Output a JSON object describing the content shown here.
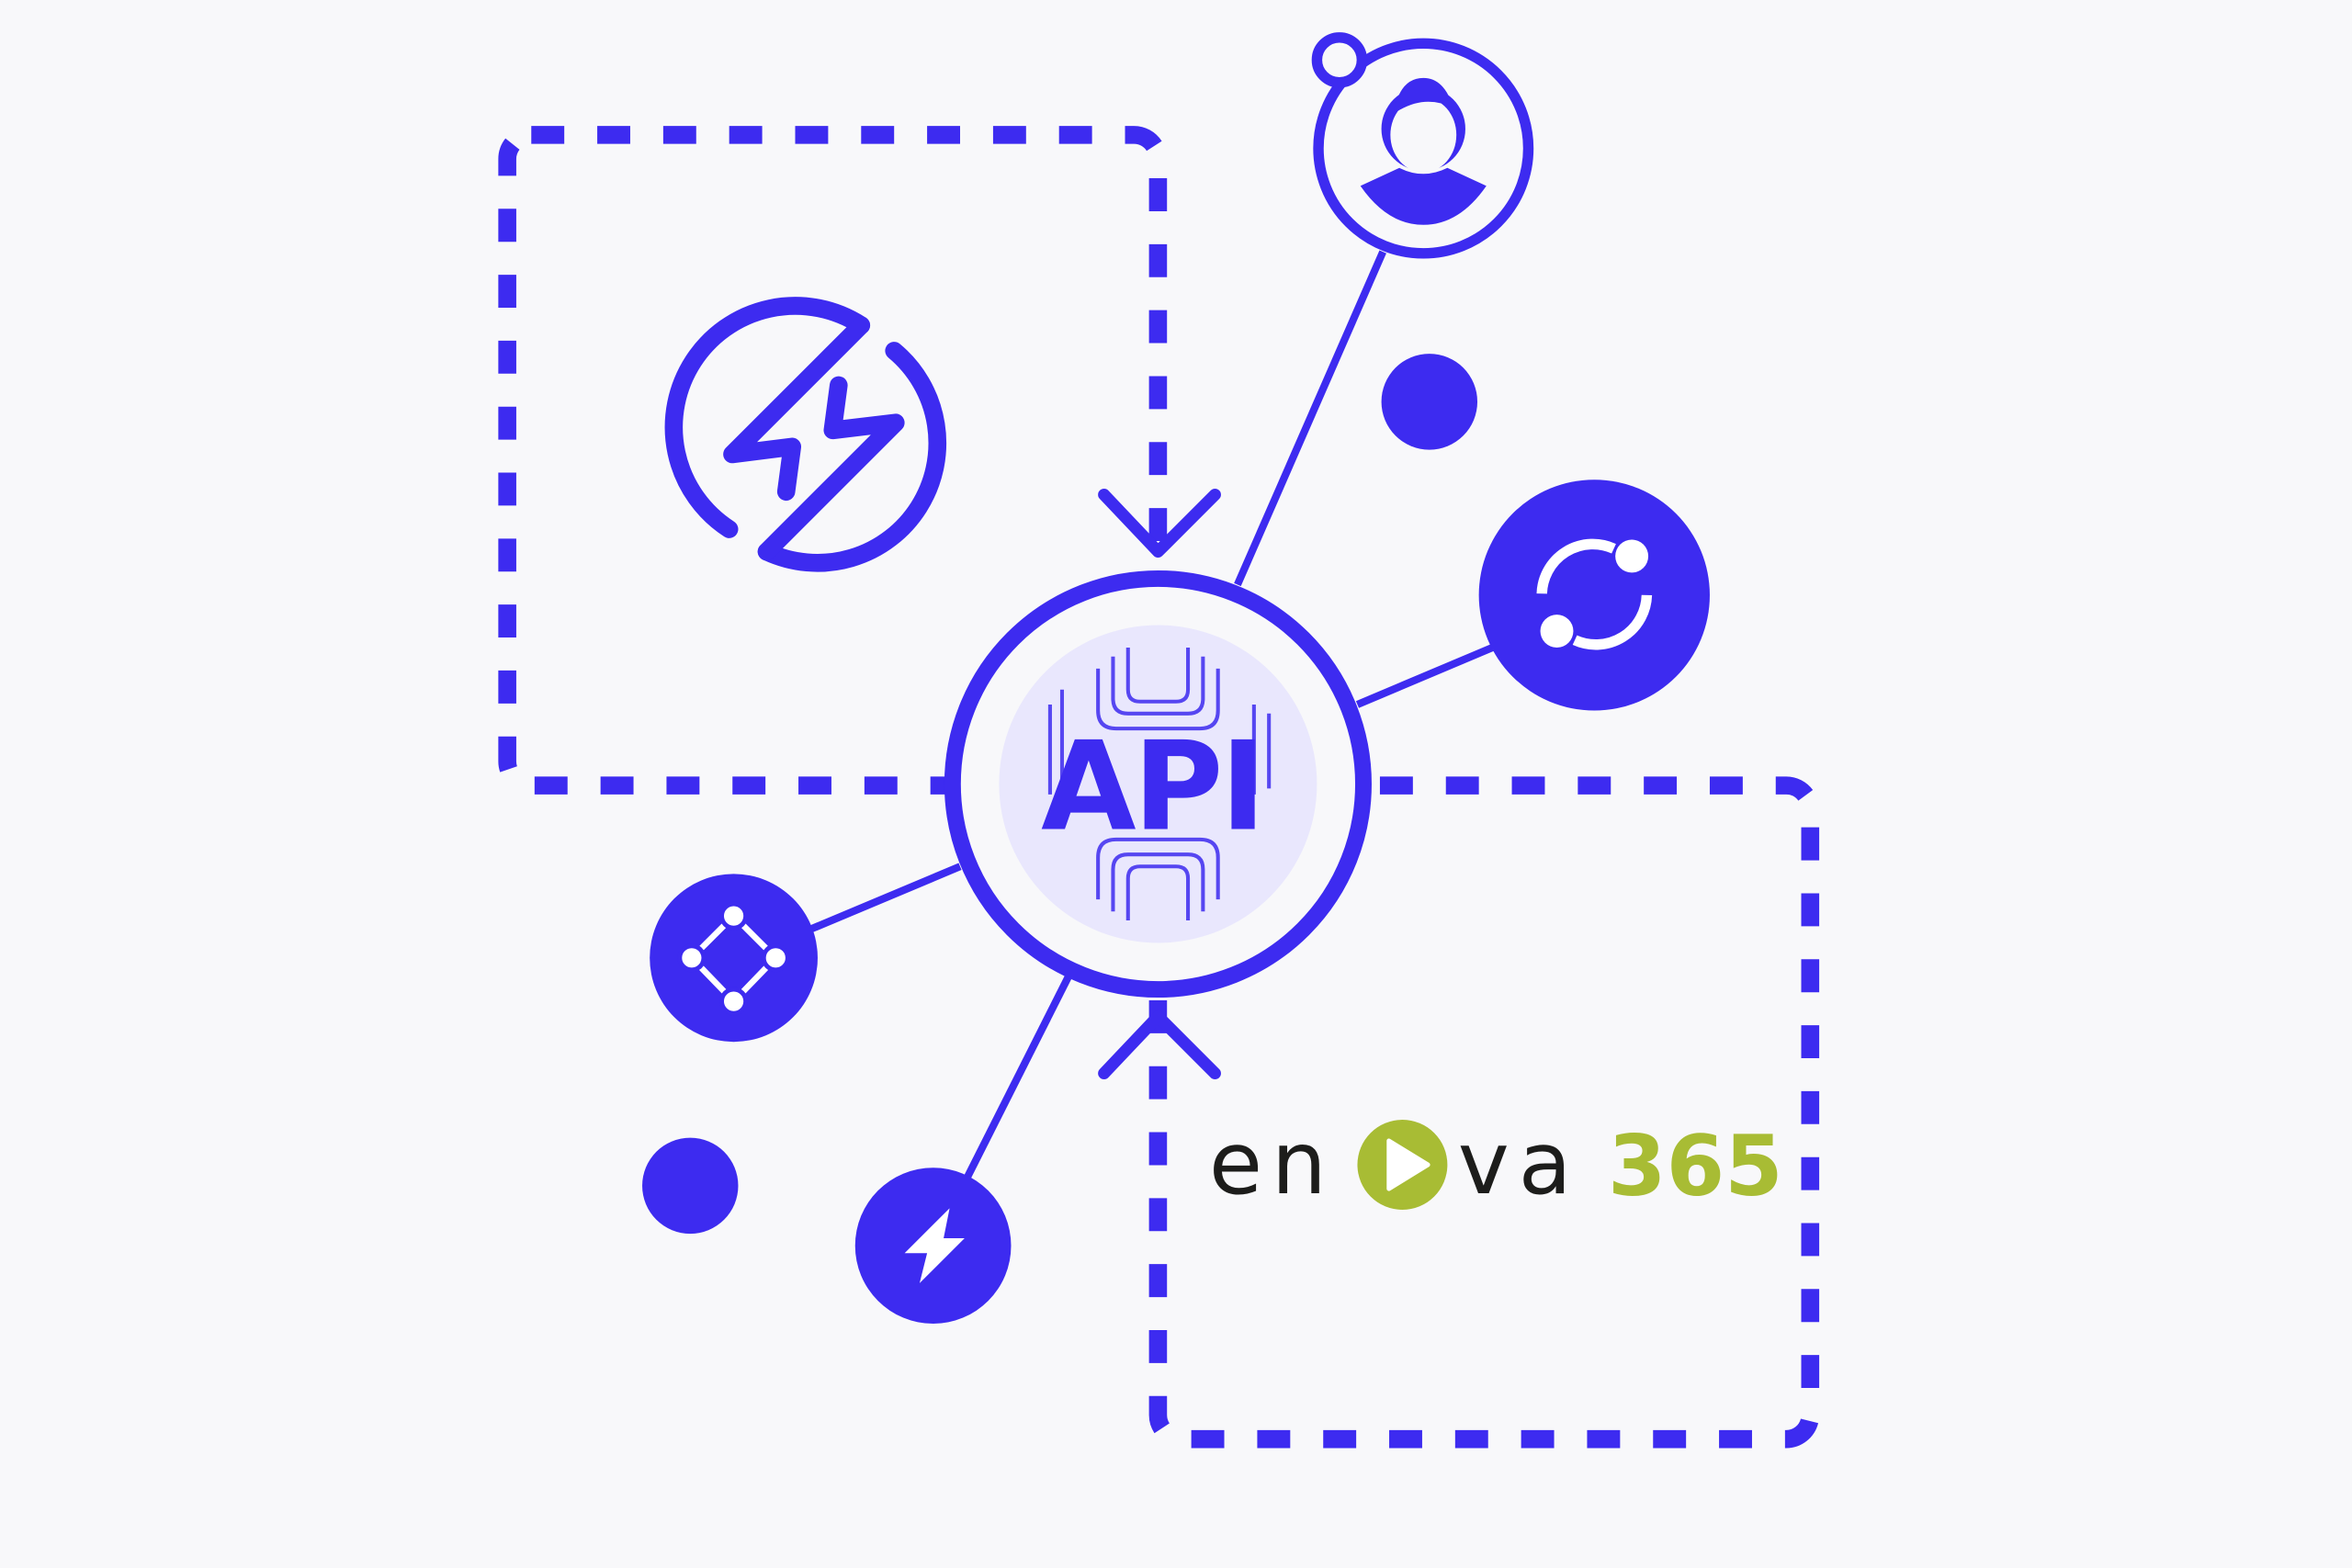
{
  "colors": {
    "background": "#f8f8fa",
    "primary": "#3d2bf0",
    "hub_fill": "#e9e7fd",
    "logo_dark": "#1d1d1b",
    "logo_green": "#a8bc34"
  },
  "hub": {
    "label": "API"
  },
  "logo": {
    "word_left": "en",
    "word_right": "va",
    "suffix": "365"
  },
  "icons": [
    "user-icon",
    "sync-icon",
    "network-graph-icon",
    "lightning-icon",
    "power-lightning-icon"
  ]
}
